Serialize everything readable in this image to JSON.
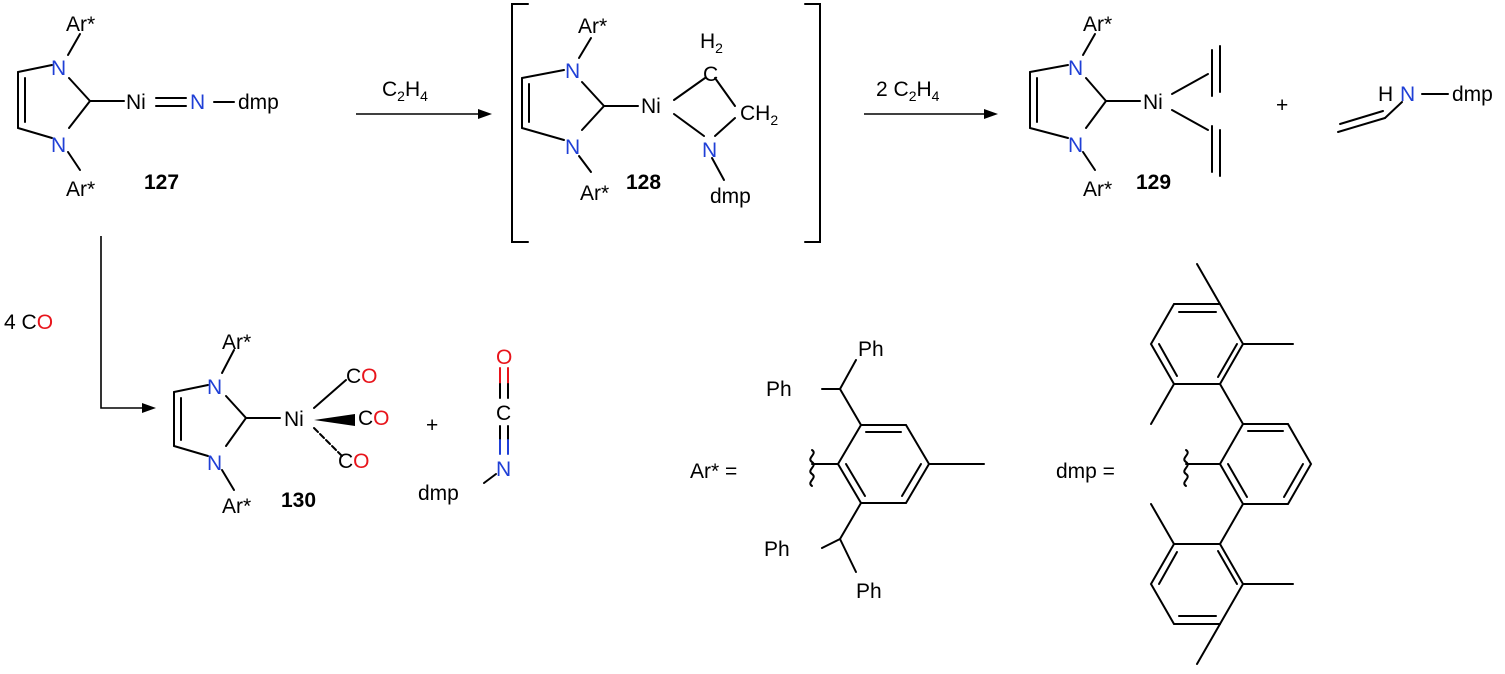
{
  "compounds": {
    "c127": {
      "number": "127",
      "ar_top": "Ar*",
      "ar_bottom": "Ar*",
      "n1": "N",
      "n2": "N",
      "ni": "Ni",
      "n_imido": "N",
      "dmp": "dmp"
    },
    "c128": {
      "number": "128",
      "ar_top": "Ar*",
      "ar_bottom": "Ar*",
      "n1": "N",
      "n2": "N",
      "ni": "Ni",
      "h2_text": "H",
      "h2_sub": "2",
      "c_top": "C",
      "ch2_text": "CH",
      "ch2_sub": "2",
      "n_ring": "N",
      "dmp": "dmp"
    },
    "c129": {
      "number": "129",
      "ar_top": "Ar*",
      "ar_bottom": "Ar*",
      "n1": "N",
      "n2": "N",
      "ni": "Ni"
    },
    "c130": {
      "number": "130",
      "ar_top": "Ar*",
      "ar_bottom": "Ar*",
      "n1": "N",
      "n2": "N",
      "ni": "Ni",
      "co_c": "C",
      "co_o": "O"
    },
    "enamine": {
      "hn_h": "H",
      "hn_n": "N",
      "dmp": "dmp"
    },
    "isocyanate": {
      "o": "O",
      "c": "C",
      "n": "N",
      "dmp": "dmp"
    }
  },
  "reagents": {
    "step1": {
      "c": "C",
      "c_sub": "2",
      "h": "H",
      "h_sub": "4"
    },
    "step2": {
      "prefix": "2 C",
      "c_sub": "2",
      "h": "H",
      "h_sub": "4"
    },
    "step3": {
      "prefix": "4 C",
      "o": "O"
    }
  },
  "plus_signs": [
    "+",
    "+"
  ],
  "definitions": {
    "ar": {
      "label": "Ar* =",
      "ph": "Ph"
    },
    "dmp": {
      "label": "dmp ="
    }
  },
  "colors": {
    "nitrogen": "#1f3fd6",
    "oxygen": "#e8141b",
    "bond": "#000000"
  }
}
